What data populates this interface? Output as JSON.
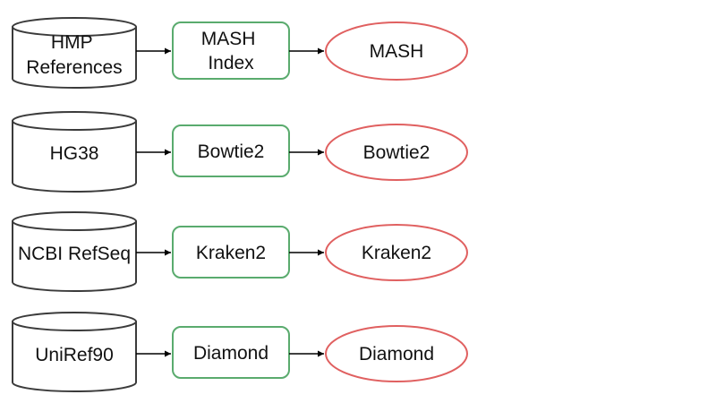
{
  "colors": {
    "database_stroke": "#3b3b3b",
    "index_stroke": "#5aab6e",
    "tool_stroke": "#e06060",
    "arrow": "#000000",
    "text": "#111111"
  },
  "rows": [
    {
      "database": [
        "HMP",
        "References"
      ],
      "index": [
        "MASH",
        "Index"
      ],
      "tool": [
        "MASH"
      ]
    },
    {
      "database": [
        "HG38"
      ],
      "index": [
        "Bowtie2"
      ],
      "tool": [
        "Bowtie2"
      ]
    },
    {
      "database": [
        "NCBI RefSeq"
      ],
      "index": [
        "Kraken2"
      ],
      "tool": [
        "Kraken2"
      ]
    },
    {
      "database": [
        "UniRef90"
      ],
      "index": [
        "Diamond"
      ],
      "tool": [
        "Diamond"
      ]
    }
  ]
}
